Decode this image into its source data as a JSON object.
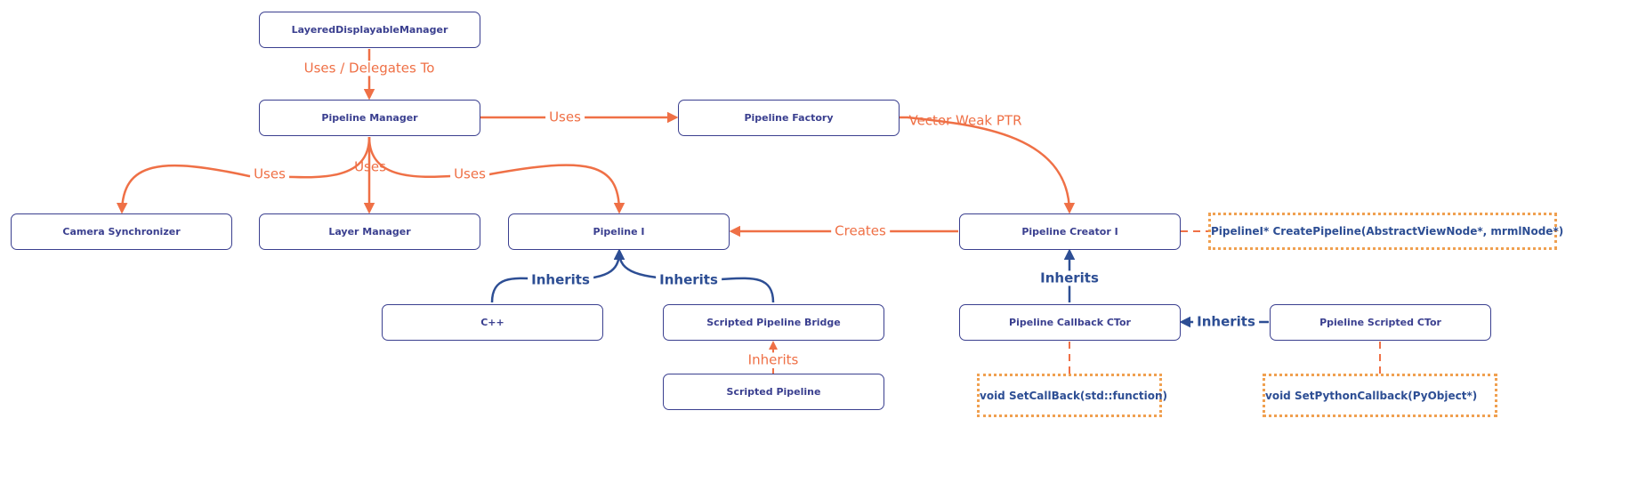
{
  "colors": {
    "orange": "#ef7046",
    "blue": "#2d4e94",
    "node_border": "#3a3f8f",
    "note_border": "#f0a050"
  },
  "nodes": {
    "layered_displayable_manager": "LayeredDisplayableManager",
    "pipeline_manager": "Pipeline Manager",
    "pipeline_factory": "Pipeline Factory",
    "camera_synchronizer": "Camera Synchronizer",
    "layer_manager": "Layer Manager",
    "pipeline_i": "Pipeline I",
    "pipeline_creator_i": "Pipeline Creator I",
    "cpp": "C++",
    "scripted_pipeline_bridge": "Scripted Pipeline Bridge",
    "pipeline_callback_ctor": "Pipeline Callback CTor",
    "ppiline_scripted_ctor": "Ppieline Scripted CTor",
    "scripted_pipeline": "Scripted Pipeline"
  },
  "notes": {
    "create_pipeline": "PipelineI* CreatePipeline(AbstractViewNode*, mrmlNode*)",
    "set_callback": "void SetCallBack(std::function)",
    "set_python_callback": "void SetPythonCallback(PyObject*)"
  },
  "edges": {
    "uses_delegates_to": "Uses / Delegates To",
    "uses_factory": "Uses",
    "uses_camera": "Uses",
    "uses_layer": "Uses",
    "uses_pipeline_i": "Uses",
    "vector_weak_ptr": "Vector Weak PTR",
    "creates": "Creates",
    "inherits_cpp": "Inherits",
    "inherits_bridge": "Inherits",
    "inherits_callback_ctor": "Inherits",
    "inherits_scripted_ctor": "Inherits",
    "inherits_scripted_pipeline": "Inherits"
  }
}
